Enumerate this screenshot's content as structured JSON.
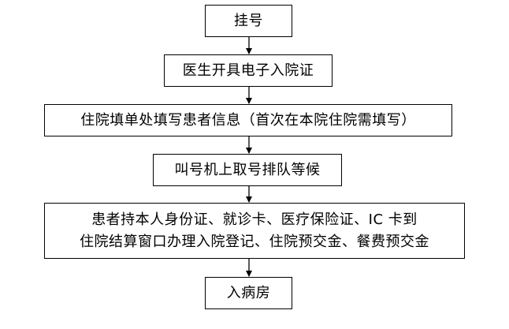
{
  "flowchart": {
    "steps": [
      {
        "label": "挂号"
      },
      {
        "label": "医生开具电子入院证"
      },
      {
        "label": "住院填单处填写患者信息（首次在本院住院需填写）"
      },
      {
        "label": "叫号机上取号排队等候"
      },
      {
        "lines": [
          "患者持本人身份证、就诊卡、医疗保险证、IC 卡到",
          "住院结算窗口办理入院登记、住院预交金、餐费预交金"
        ]
      },
      {
        "label": "入病房"
      }
    ]
  }
}
